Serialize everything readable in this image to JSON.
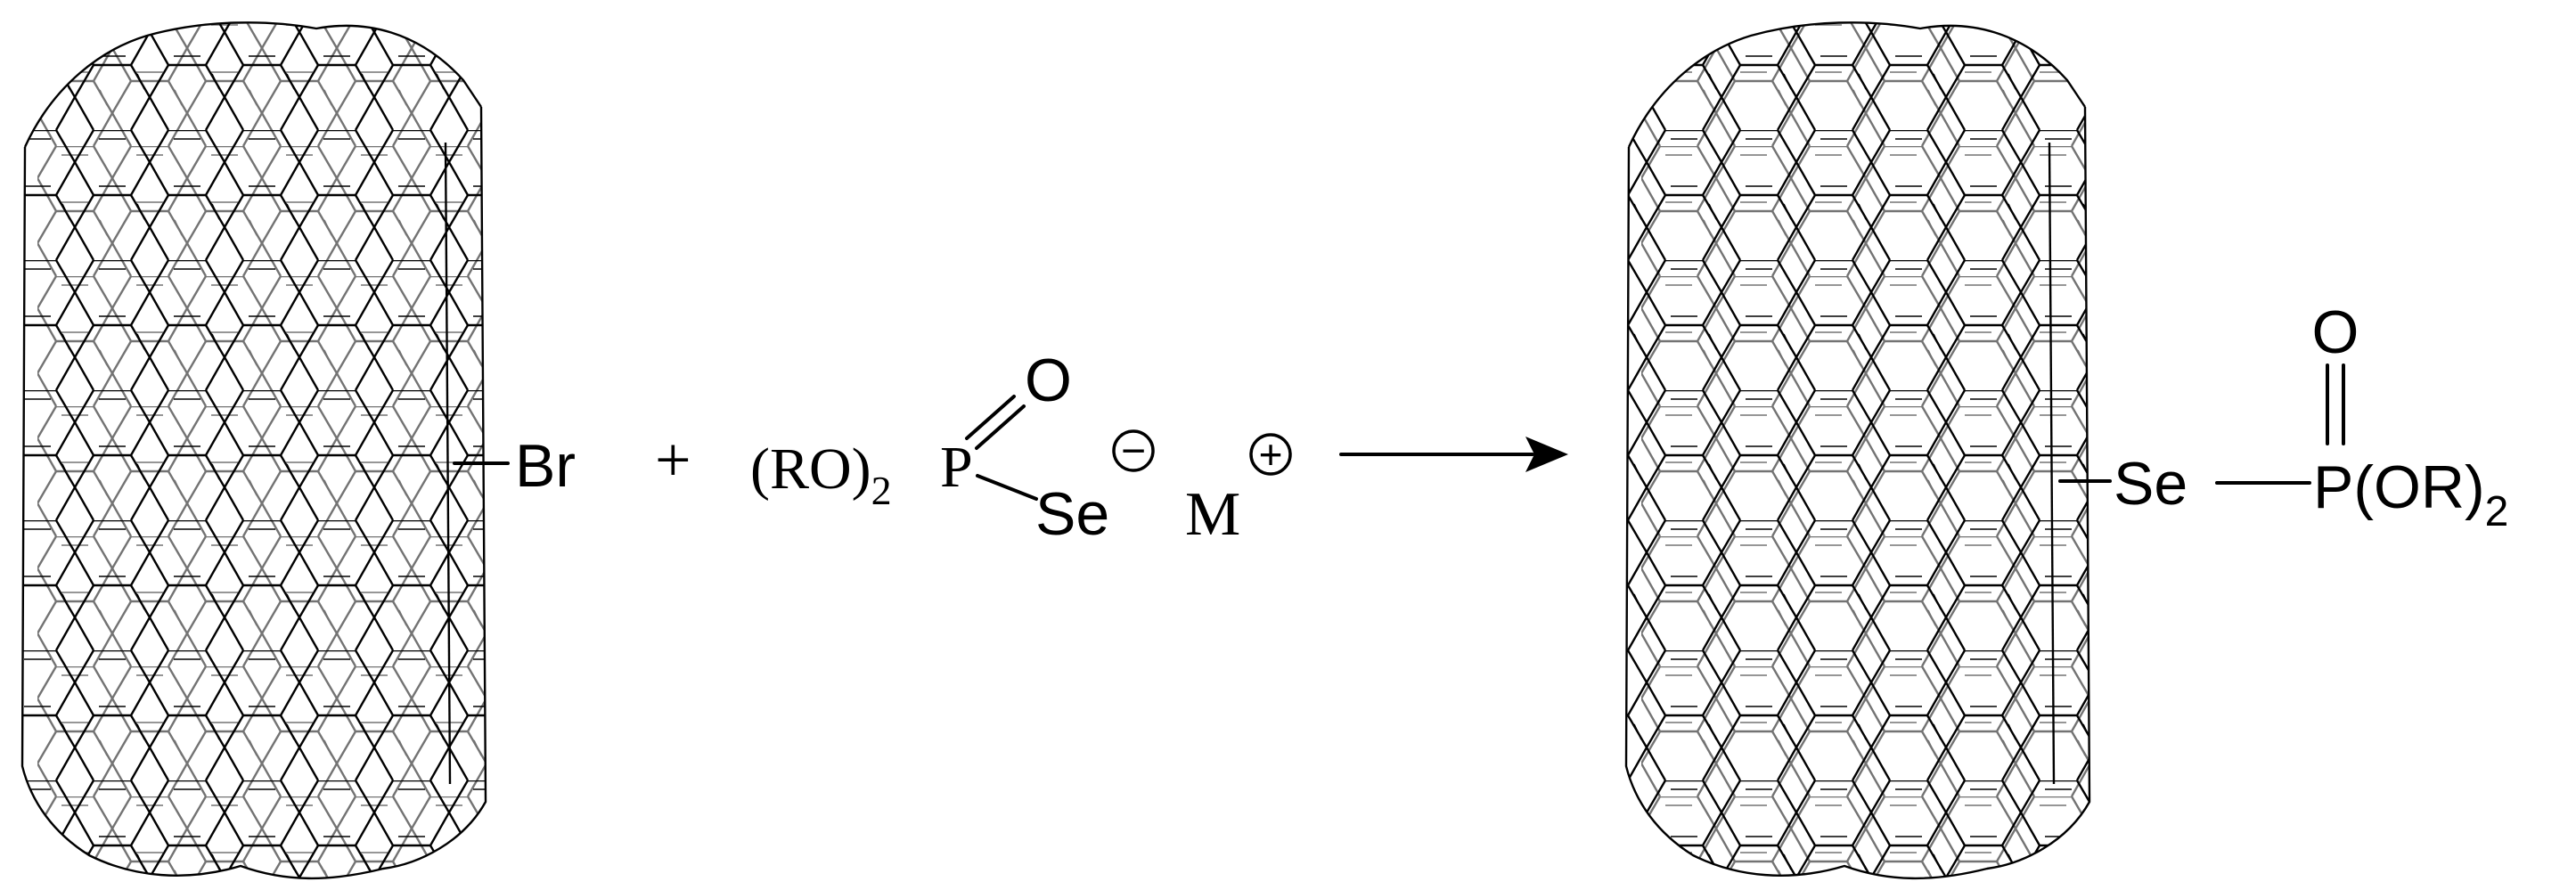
{
  "scheme": {
    "reactant_1": {
      "substituent": "Br"
    },
    "plus_sign": "+",
    "reactant_2": {
      "group_prefix": "(RO)",
      "group_subscript": "2",
      "phosphorus": "P",
      "oxygen": "O",
      "selenium": "Se",
      "minus_charge": "−",
      "counter_ion": "M",
      "plus_charge": "+"
    },
    "product": {
      "selenium": "Se",
      "phosphorus": "P",
      "group_suffix": "(OR)",
      "group_subscript": "2",
      "oxygen": "O"
    }
  }
}
